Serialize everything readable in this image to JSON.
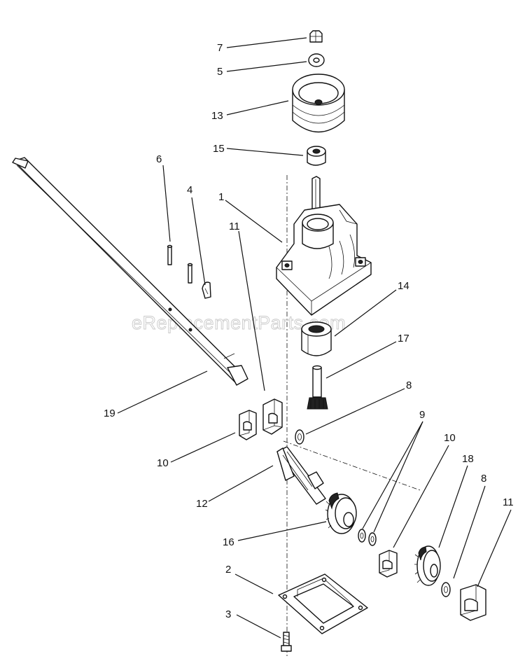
{
  "watermark": "eReplacementParts.com",
  "callouts": [
    {
      "id": "c7",
      "text": "7"
    },
    {
      "id": "c5",
      "text": "5"
    },
    {
      "id": "c13",
      "text": "13"
    },
    {
      "id": "c15",
      "text": "15"
    },
    {
      "id": "c6",
      "text": "6"
    },
    {
      "id": "c4",
      "text": "4"
    },
    {
      "id": "c1",
      "text": "1"
    },
    {
      "id": "c11a",
      "text": "11"
    },
    {
      "id": "c14",
      "text": "14"
    },
    {
      "id": "c17",
      "text": "17"
    },
    {
      "id": "c8a",
      "text": "8"
    },
    {
      "id": "c19",
      "text": "19"
    },
    {
      "id": "c9",
      "text": "9"
    },
    {
      "id": "c10a",
      "text": "10"
    },
    {
      "id": "c10b",
      "text": "10"
    },
    {
      "id": "c18",
      "text": "18"
    },
    {
      "id": "c8b",
      "text": "8"
    },
    {
      "id": "c11b",
      "text": "11"
    },
    {
      "id": "c12",
      "text": "12"
    },
    {
      "id": "c16",
      "text": "16"
    },
    {
      "id": "c2",
      "text": "2"
    },
    {
      "id": "c3",
      "text": "3"
    }
  ]
}
